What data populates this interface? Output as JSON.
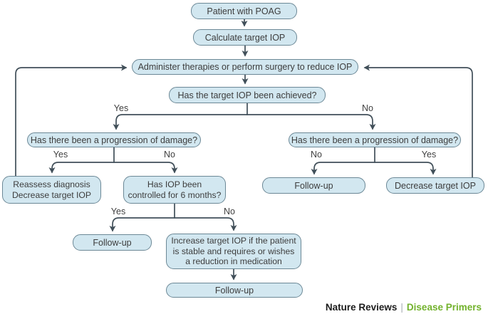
{
  "flowchart": {
    "nodes": {
      "patient": {
        "label": "Patient with POAG"
      },
      "calculate": {
        "label": "Calculate target IOP"
      },
      "administer": {
        "label": "Administer therapies or perform surgery to reduce IOP"
      },
      "achieved": {
        "label": "Has the target IOP been achieved?"
      },
      "progression_left": {
        "label": "Has there been a progression of damage?"
      },
      "progression_right": {
        "label": "Has there been a progression of damage?"
      },
      "reassess": {
        "lines": [
          "Reassess diagnosis",
          "Decrease target IOP"
        ]
      },
      "controlled": {
        "lines": [
          "Has IOP been",
          "controlled for 6 months?"
        ]
      },
      "followup_right": {
        "label": "Follow-up"
      },
      "decrease_right": {
        "label": "Decrease target IOP"
      },
      "followup_mid": {
        "label": "Follow-up"
      },
      "increase": {
        "lines": [
          "Increase target IOP if the patient",
          "is stable and requires or wishes",
          "a reduction in medication"
        ]
      },
      "followup_bottom": {
        "label": "Follow-up"
      }
    },
    "edge_labels": {
      "achieved_yes": "Yes",
      "achieved_no": "No",
      "progression_left_yes": "Yes",
      "progression_left_no": "No",
      "progression_right_no": "No",
      "progression_right_yes": "Yes",
      "controlled_yes": "Yes",
      "controlled_no": "No"
    },
    "colors": {
      "node_fill": "#d2e7f0",
      "node_border": "#6c8896",
      "connector": "#414f59",
      "node_text": "#3d3d3d"
    }
  },
  "footer": {
    "brand": "Nature Reviews",
    "separator": "|",
    "journal": "Disease Primers",
    "journal_color": "#72b22c"
  }
}
